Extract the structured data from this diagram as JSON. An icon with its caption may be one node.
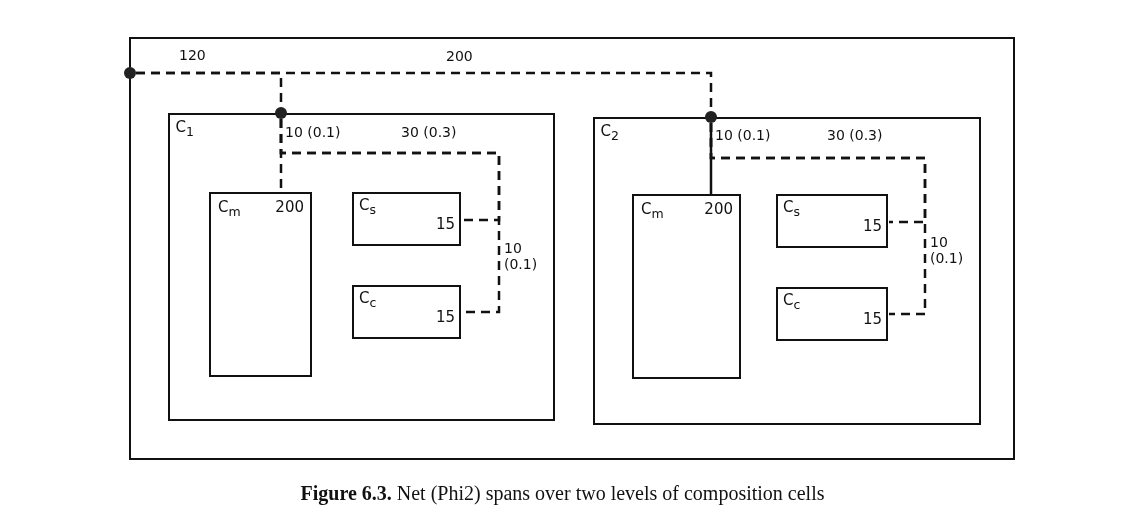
{
  "diagram": {
    "caption": "**Figure 6.3.** Net (Phi2) spans over two levels of composition cells",
    "nodes": [
      {
        "text": [],
        "shape": "box"
      },
      {
        "text": [
          "C$_{1}$"
        ],
        "in": 0
      },
      {
        "text": [
          "C$_{m}$",
          "200"
        ],
        "in": 1
      },
      {
        "text": [
          "C$_{s}$",
          "15"
        ],
        "in": 1
      },
      {
        "text": [
          "C$_{c}$",
          "15"
        ],
        "in": 1
      },
      {
        "text": [
          "C$_{2}$"
        ],
        "in": 0
      },
      {
        "text": [
          "C$_{m}$",
          "200"
        ],
        "in": 5
      },
      {
        "text": [
          "C$_{s}$",
          "15"
        ],
        "in": 5
      },
      {
        "text": [
          "C$_{c}$",
          "15"
        ],
        "in": 5
      },
      {
        "text": [],
        "shape": "circle"
      },
      {
        "text": [],
        "shape": "circle",
        "in": 0
      },
      {
        "text": [],
        "shape": "circle",
        "in": 0
      }
    ],
    "edges": [
      {
        "from": 9,
        "to": 10,
        "arrow": "none",
        "label": "120",
        "style": "dashed"
      },
      {
        "from": 9,
        "to": 11,
        "arrow": "none",
        "label": "200",
        "style": "dashed"
      },
      {
        "from": 10,
        "to": 2,
        "arrow": "none",
        "label": "10 (0.1)",
        "style": "dashed"
      },
      {
        "from": 10,
        "to": 3,
        "arrow": "none",
        "label": "30 (0.3)",
        "style": "dashed"
      },
      {
        "from": 10,
        "to": 4,
        "arrow": "none",
        "label": "10 (0.1)",
        "style": "dashed"
      },
      {
        "from": 11,
        "to": 6,
        "arrow": "none",
        "label": "10 (0.1)"
      },
      {
        "from": 11,
        "to": 7,
        "arrow": "none",
        "label": "30 (0.3)",
        "style": "dashed"
      },
      {
        "from": 11,
        "to": 8,
        "arrow": "none",
        "label": "10 (0.1)",
        "style": "dashed"
      }
    ]
  }
}
